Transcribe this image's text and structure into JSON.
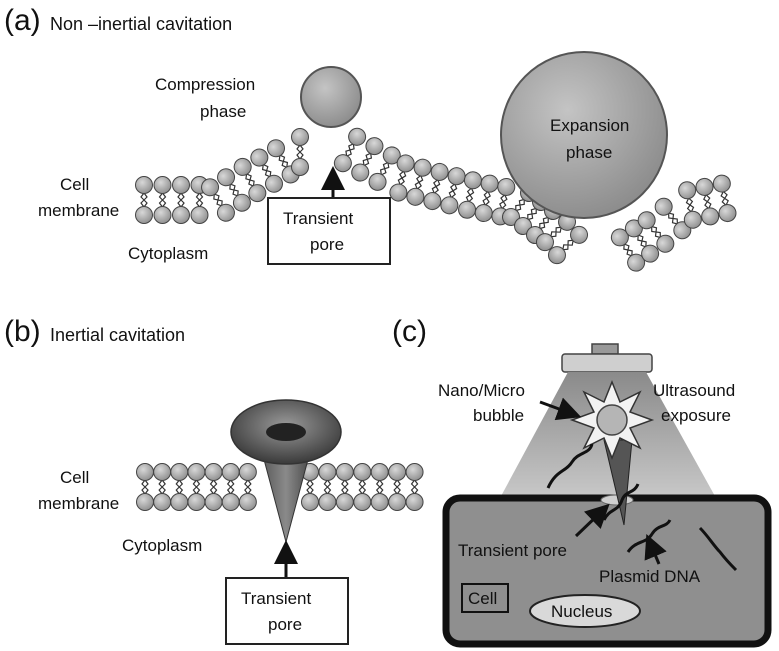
{
  "panel_a": {
    "letter": "(a)",
    "title": "Non –inertial cavitation",
    "compression": [
      "Compression",
      "phase"
    ],
    "expansion": [
      "Expansion",
      "phase"
    ],
    "cell_membrane": [
      "Cell",
      "membrane"
    ],
    "cytoplasm": "Cytoplasm",
    "pore_box": [
      "Transient",
      "pore"
    ]
  },
  "panel_b": {
    "letter": "(b)",
    "title": "Inertial cavitation",
    "cell_membrane": [
      "Cell",
      "membrane"
    ],
    "cytoplasm": "Cytoplasm",
    "pore_box": [
      "Transient",
      "pore"
    ]
  },
  "panel_c": {
    "letter": "(c)",
    "bubble": [
      "Nano/Micro",
      "bubble"
    ],
    "ultrasound": [
      "Ultrasound",
      "exposure"
    ],
    "transient_pore": "Transient pore",
    "plasmid": "Plasmid DNA",
    "cell": "Cell",
    "nucleus": "Nucleus"
  },
  "colors": {
    "lipid_head": "#b0b0b0",
    "bubble": "#a8a8a8",
    "cell_fill": "#8f8f8f",
    "beam": "#bdbdbd",
    "nucleus": "#d9d9d9"
  }
}
